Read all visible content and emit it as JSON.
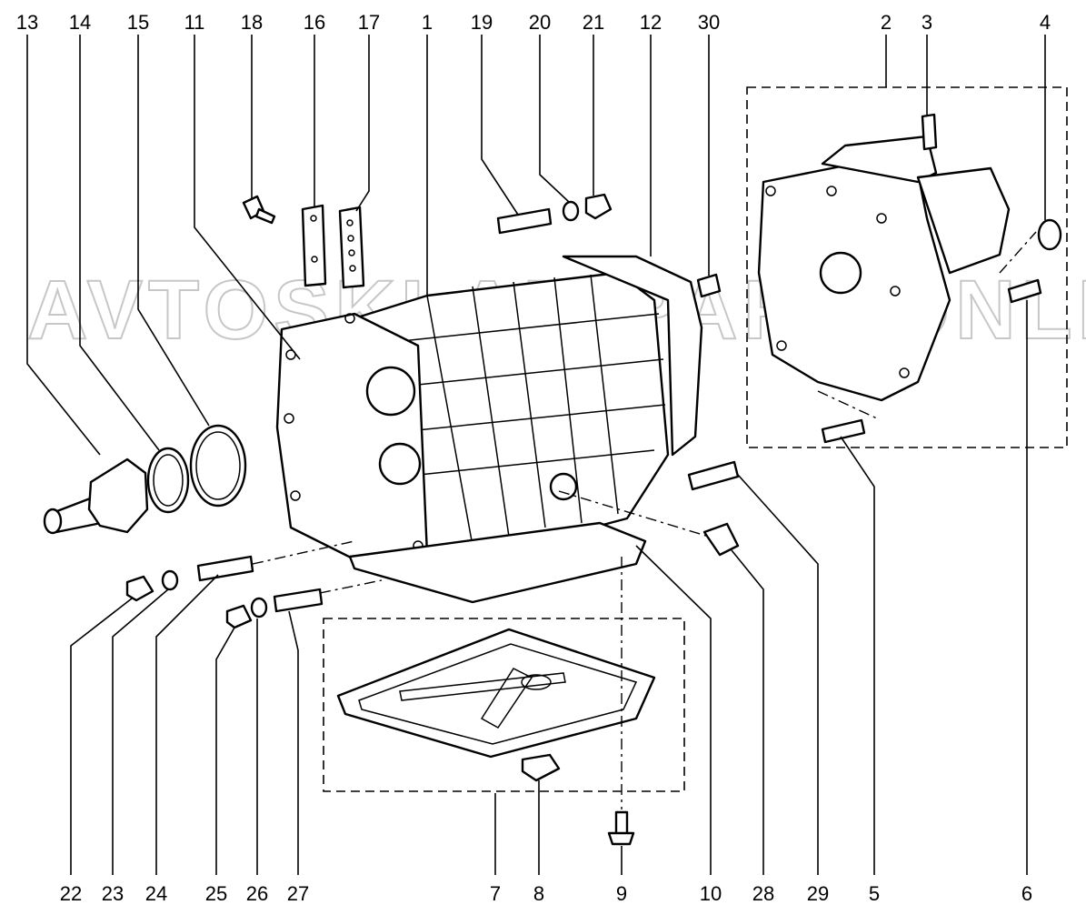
{
  "watermark": "AVTOSKLAD-PART.ONLINE",
  "callouts": [
    {
      "label": "13"
    },
    {
      "label": "14"
    },
    {
      "label": "15"
    },
    {
      "label": "11"
    },
    {
      "label": "18"
    },
    {
      "label": "16"
    },
    {
      "label": "17"
    },
    {
      "label": "1"
    },
    {
      "label": "19"
    },
    {
      "label": "20"
    },
    {
      "label": "21"
    },
    {
      "label": "12"
    },
    {
      "label": "30"
    },
    {
      "label": "2"
    },
    {
      "label": "3"
    },
    {
      "label": "4"
    },
    {
      "label": "22"
    },
    {
      "label": "23"
    },
    {
      "label": "24"
    },
    {
      "label": "25"
    },
    {
      "label": "26"
    },
    {
      "label": "27"
    },
    {
      "label": "7"
    },
    {
      "label": "8"
    },
    {
      "label": "9"
    },
    {
      "label": "10"
    },
    {
      "label": "28"
    },
    {
      "label": "29"
    },
    {
      "label": "5"
    },
    {
      "label": "6"
    }
  ]
}
